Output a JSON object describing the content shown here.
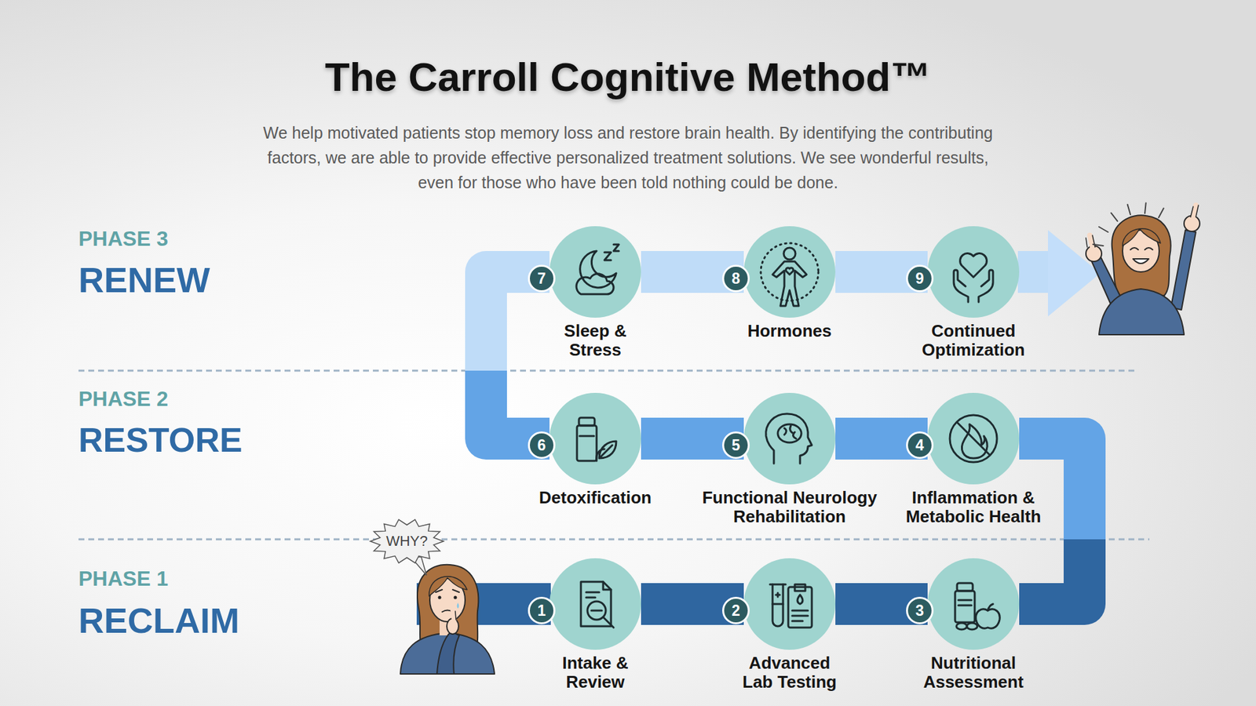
{
  "diagram": {
    "title": "The Carroll Cognitive Method™",
    "caption": "We help motivated patients stop memory loss and restore brain health. By identifying the contributing factors, we are able to provide effective personalized treatment solutions. We see wonderful results, even for those who have been told nothing could be done.",
    "nodes": [
      {
        "text": [
          "1",
          "Intake & Review"
        ]
      },
      {
        "text": [
          "2",
          "Advanced Lab Testing"
        ]
      },
      {
        "text": [
          "3",
          "Nutritional Assessment"
        ]
      },
      {
        "text": [
          "4",
          "Inflammation & Metabolic Health"
        ]
      },
      {
        "text": [
          "5",
          "Functional Neurology Rehabilitation"
        ]
      },
      {
        "text": [
          "6",
          "Detoxification"
        ]
      },
      {
        "text": [
          "7",
          "Sleep & Stress"
        ]
      },
      {
        "text": [
          "8",
          "Hormones"
        ]
      },
      {
        "text": [
          "9",
          "Continued Optimization"
        ]
      }
    ],
    "edges": [
      {
        "from": 0,
        "to": 1,
        "arrow": "none"
      },
      {
        "from": 1,
        "to": 2,
        "arrow": "none"
      },
      {
        "from": 2,
        "to": 3,
        "arrow": "none"
      },
      {
        "from": 3,
        "to": 4,
        "arrow": "none"
      },
      {
        "from": 4,
        "to": 5,
        "arrow": "none"
      },
      {
        "from": 5,
        "to": 6,
        "arrow": "none"
      },
      {
        "from": 6,
        "to": 7,
        "arrow": "none"
      },
      {
        "from": 7,
        "to": 8,
        "arrow": "none"
      }
    ],
    "labels": [
      "PHASE 3",
      "RENEW",
      "PHASE 2",
      "RESTORE",
      "PHASE 1",
      "RECLAIM",
      "WHY?"
    ]
  }
}
